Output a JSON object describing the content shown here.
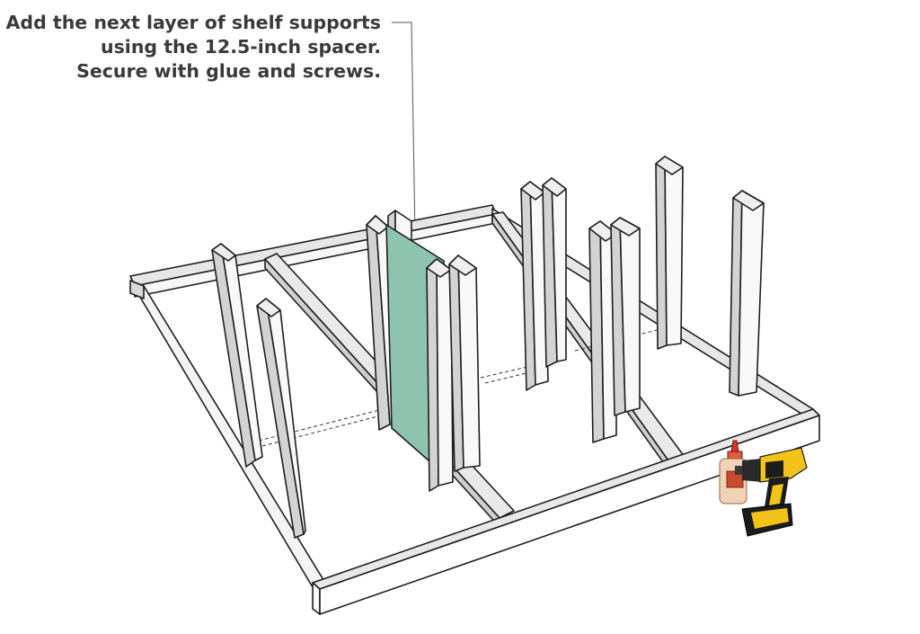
{
  "callout": {
    "lines": [
      "Add the next layer of shelf supports",
      "using the 12.5-inch spacer.",
      "Secure with glue and screws."
    ]
  },
  "colors": {
    "lumber_top": "#e6e6e6",
    "lumber_front": "#f7f7f7",
    "lumber_side": "#c9c9c9",
    "spacer": "#8dc3af",
    "drill_body": "#f2c318",
    "drill_black": "#1c1c1c",
    "glue_bottle": "#f2d2b5",
    "glue_cap": "#d8352a"
  },
  "icons": [
    "wood-glue-bottle-icon",
    "cordless-drill-icon"
  ]
}
